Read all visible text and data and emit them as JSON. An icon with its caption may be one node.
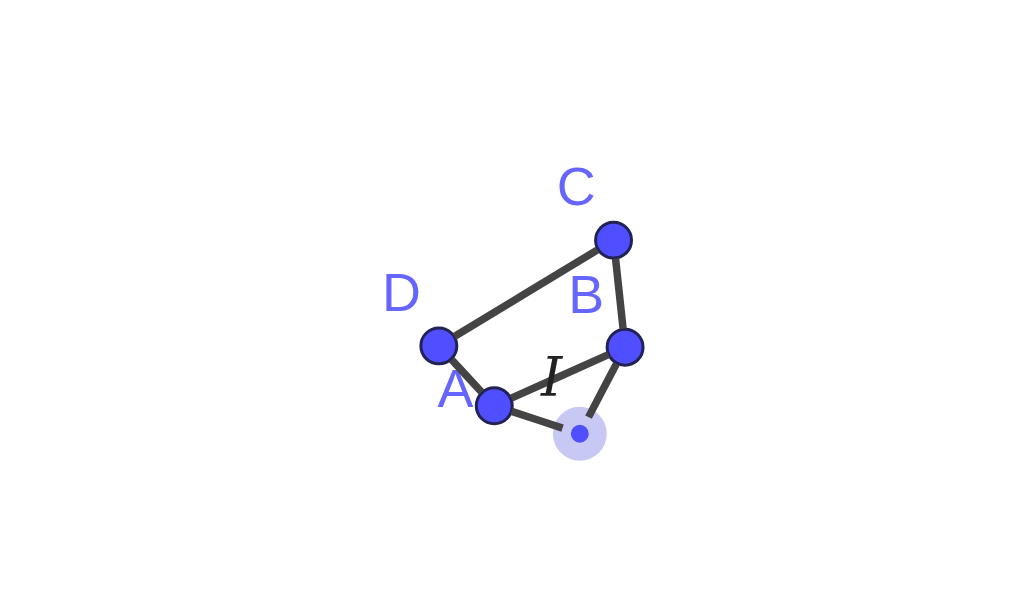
{
  "diagram": {
    "nodes": [
      {
        "text": [
          "A"
        ]
      },
      {
        "text": [
          "B"
        ]
      },
      {
        "text": [
          "C"
        ]
      },
      {
        "text": [
          "D"
        ]
      },
      {
        "text": [
          "I"
        ]
      }
    ],
    "edges": [
      {
        "from": 0,
        "to": 1,
        "arrow": "none"
      },
      {
        "from": 1,
        "to": 2,
        "arrow": "none"
      },
      {
        "from": 2,
        "to": 3,
        "arrow": "none"
      },
      {
        "from": 3,
        "to": 0,
        "arrow": "none"
      },
      {
        "from": 0,
        "to": 4,
        "arrow": "none"
      },
      {
        "from": 1,
        "to": 4,
        "arrow": "none"
      }
    ]
  }
}
